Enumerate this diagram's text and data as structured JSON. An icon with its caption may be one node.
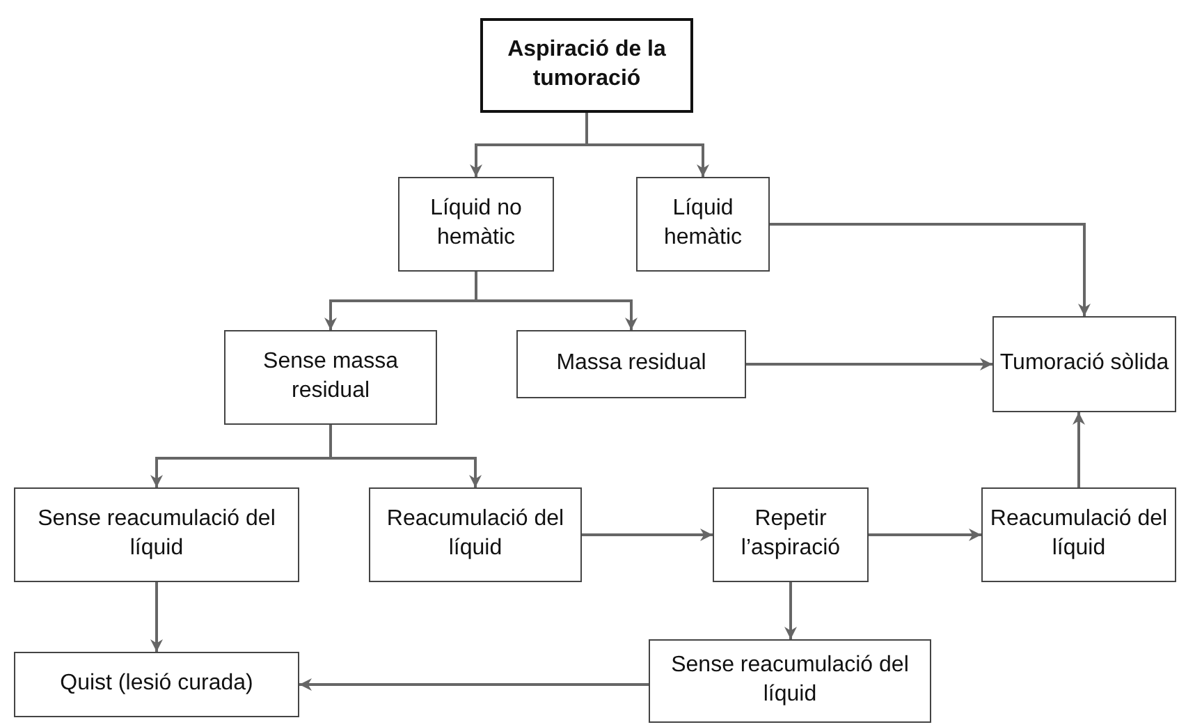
{
  "diagram": {
    "nodes": [
      {
        "text": [
          "Aspiració de la tumoració"
        ]
      },
      {
        "text": [
          "Líquid no hemàtic"
        ]
      },
      {
        "text": [
          "Líquid hemàtic"
        ]
      },
      {
        "text": [
          "Sense massa residual"
        ]
      },
      {
        "text": [
          "Massa residual"
        ]
      },
      {
        "text": [
          "Tumoració sòlida"
        ]
      },
      {
        "text": [
          "Sense reacumulació del líquid"
        ]
      },
      {
        "text": [
          "Reacumulació del líquid"
        ]
      },
      {
        "text": [
          "Repetir l’aspiració"
        ]
      },
      {
        "text": [
          "Reacumulació del líquid"
        ]
      },
      {
        "text": [
          "Sense reacumulació del líquid"
        ]
      },
      {
        "text": [
          "Quist (lesió curada)"
        ]
      }
    ],
    "edges": [
      {
        "from": 0,
        "to": 1,
        "arrow": "to"
      },
      {
        "from": 0,
        "to": 2,
        "arrow": "to"
      },
      {
        "from": 2,
        "to": 5,
        "arrow": "to"
      },
      {
        "from": 1,
        "to": 3,
        "arrow": "to"
      },
      {
        "from": 1,
        "to": 4,
        "arrow": "to"
      },
      {
        "from": 4,
        "to": 5,
        "arrow": "to"
      },
      {
        "from": 3,
        "to": 6,
        "arrow": "to"
      },
      {
        "from": 3,
        "to": 7,
        "arrow": "to"
      },
      {
        "from": 6,
        "to": 11,
        "arrow": "to"
      },
      {
        "from": 7,
        "to": 8,
        "arrow": "to"
      },
      {
        "from": 8,
        "to": 9,
        "arrow": "to"
      },
      {
        "from": 8,
        "to": 10,
        "arrow": "to"
      },
      {
        "from": 9,
        "to": 5,
        "arrow": "to"
      },
      {
        "from": 10,
        "to": 11,
        "arrow": "to"
      }
    ]
  }
}
